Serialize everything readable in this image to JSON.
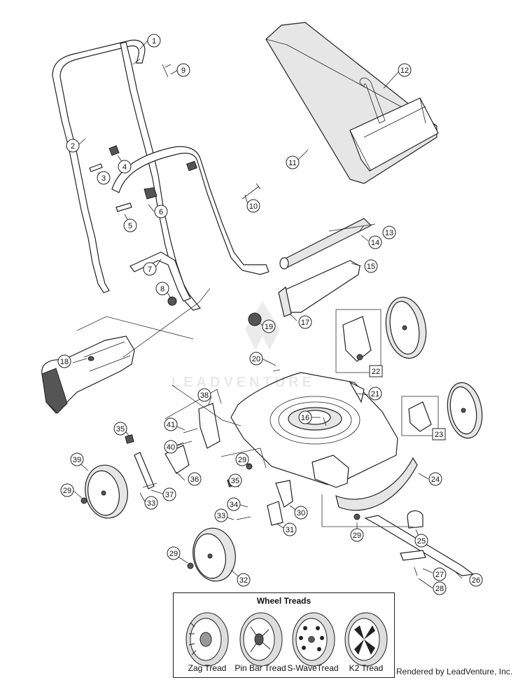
{
  "callouts": [
    "1",
    "2",
    "3",
    "4",
    "5",
    "6",
    "7",
    "8",
    "9",
    "10",
    "11",
    "12",
    "13",
    "14",
    "15",
    "16",
    "17",
    "18",
    "19",
    "20",
    "21",
    "22",
    "23",
    "24",
    "25",
    "26",
    "27",
    "28",
    "29",
    "29",
    "29",
    "29",
    "30",
    "31",
    "32",
    "33",
    "33",
    "34",
    "35",
    "35",
    "36",
    "37",
    "38",
    "39",
    "40",
    "41"
  ],
  "boxed_callouts": [
    "22",
    "23"
  ],
  "wheel_treads": {
    "title": "Wheel Treads",
    "types": [
      "Zag Tread",
      "Pin Bar Tread",
      "S-WaveTread",
      "K2 Tread"
    ]
  },
  "watermark": "LEADVENTURE",
  "credit": "Rendered by LeadVenture, Inc."
}
